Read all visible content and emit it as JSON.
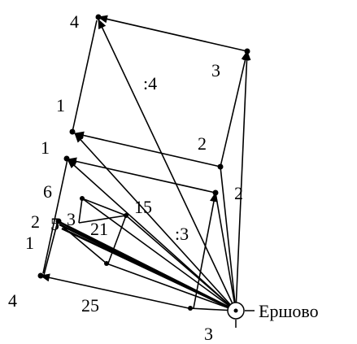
{
  "origin": {
    "label": "Ершово"
  },
  "labels": [
    "4",
    ":4",
    "3",
    "1",
    "2",
    "1",
    "6",
    "15",
    "2",
    "2",
    "5",
    "3",
    "21",
    "1",
    ":3",
    "4",
    "25",
    "3"
  ]
}
